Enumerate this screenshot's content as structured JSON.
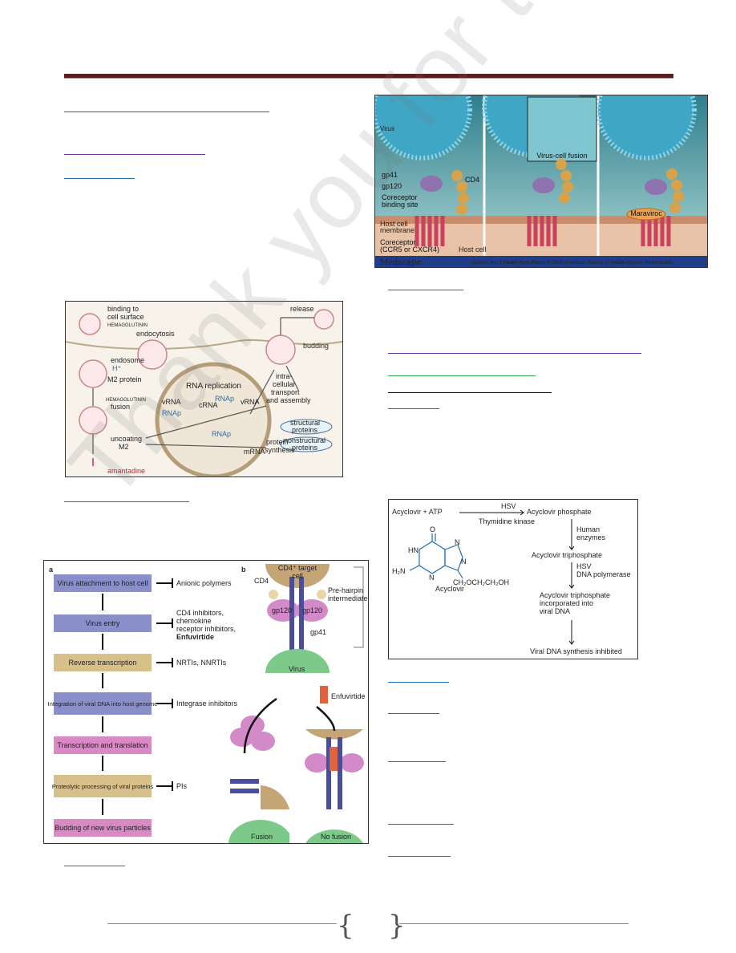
{
  "watermark": {
    "text": "Thank you for trying PDF"
  },
  "headings": {
    "colors": {
      "red": "#c0282c",
      "purple": "#7030a0",
      "blue": "#1f6fb4",
      "green": "#2aa84a",
      "black": "#111111"
    }
  },
  "fig_influenza": {
    "labels": {
      "binding": "binding to",
      "binding2": "cell surface",
      "hemagglutinin1": "HEMAGGLUTININ",
      "endocytosis": "endocytosis",
      "endosome": "endosome",
      "hplus": "H⁺",
      "m2": "M2 protein",
      "hemagglutinin2": "HEMAGGLUTININ",
      "fusion": "fusion",
      "uncoating": "uncoating",
      "m2b": "M2",
      "amantadine": "amantadine",
      "rna_replication": "RNA replication",
      "vrna_left": "vRNA",
      "crna": "cRNA",
      "rnap1": "RNAp",
      "rnap2": "RNAp",
      "rnap3": "RNAp",
      "vrna_right": "vRNA",
      "mrna": "mRNA",
      "protein_synthesis1": "protein",
      "protein_synthesis2": "synthesis",
      "structural1": "structural",
      "structural2": "proteins",
      "nonstructural1": "nonstructural",
      "nonstructural2": "proteins",
      "release": "release",
      "budding": "budding",
      "transport1": "intra-",
      "transport2": "cellular",
      "transport3": "transport",
      "transport4": "and assembly"
    }
  },
  "fig_hiv": {
    "panel_a": "a",
    "panel_b": "b",
    "steps": [
      "Virus attachment to host cell",
      "Virus entry",
      "Reverse transcription",
      "Integration of viral DNA into host genome",
      "Transcription and translation",
      "Proteolytic processing of viral proteins",
      "Budding of new virus particles"
    ],
    "inhibitors": [
      "Anionic polymers",
      "CD4 inhibitors,",
      "chemokine",
      "receptor inhibitors,",
      "Enfuvirtide",
      "NRTIs, NNRTIs",
      "Integrase inhibitors",
      "PIs"
    ],
    "b_labels": {
      "target1": "CD4⁺ target",
      "target2": "cell",
      "cd4": "CD4",
      "gp120a": "gp120",
      "gp120b": "gp120",
      "prehairpin1": "Pre-hairpin",
      "prehairpin2": "intermediate",
      "gp41": "gp41",
      "virus": "Virus",
      "enfuvirtide": "Enfuvirtide",
      "fusion": "Fusion",
      "nofusion": "No fusion"
    }
  },
  "fig_maraviroc": {
    "labels": {
      "virus": "Virus",
      "inset": "Virus-cell fusion",
      "gp41": "gp41",
      "gp120": "gp120",
      "cd4": "CD4",
      "coreceptor_site1": "Coreceptor",
      "coreceptor_site2": "binding site",
      "membrane1": "Host cell",
      "membrane2": "membrane",
      "coreceptor1": "Coreceptor",
      "coreceptor2": "(CCR5 or CXCR4)",
      "hostcell": "Host cell",
      "maraviroc": "Maraviroc",
      "brand": "Medscape",
      "source": "Source: Am J Health-Syst Pharm © 2009 American Society of Health-System Pharmacists"
    }
  },
  "fig_acyclovir": {
    "labels": {
      "reactant": "Acyclovir + ATP",
      "hsv": "HSV",
      "tk": "Thymidine kinase",
      "phosphate": "Acyclovir phosphate",
      "human1": "Human",
      "human2": "enzymes",
      "triphosphate": "Acyclovir triphosphate",
      "hsv2": "HSV",
      "dnapol": "DNA polymerase",
      "incorp1": "Acyclovir triphosphate",
      "incorp2": "incorporated into",
      "incorp3": "viral DNA",
      "inhibited": "Viral DNA synthesis inhibited",
      "name": "Acyclovir",
      "o": "O",
      "hn": "HN",
      "h2n": "H₂N",
      "n1": "N",
      "n2": "N",
      "n3": "N",
      "chain": "CH₂OCH₂CH₂OH"
    }
  }
}
